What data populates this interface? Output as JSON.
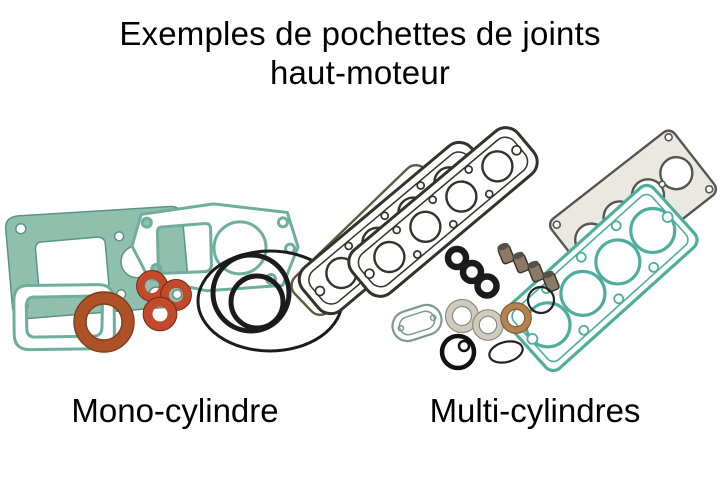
{
  "title": {
    "line1": "Exemples de pochettes de joints",
    "line2": "haut-moteur"
  },
  "captions": {
    "mono": "Mono-cylindre",
    "multi": "Multi-cylindres"
  },
  "colors": {
    "background": "#ffffff",
    "text": "#000000",
    "teal_plate": "#8fc0ae",
    "teal_plate_edge": "#5d9181",
    "teal_line": "#6fae9c",
    "teal_bright": "#4fae9b",
    "olive_line": "#5a5a40",
    "outline_dark": "#33322c",
    "ring_black": "#1b1b1b",
    "copper_orange": "#ad5126",
    "gasket_red": "#c14a2b",
    "metal_gray": "#e9e8e3",
    "metal_edge": "#56554e",
    "seal_brown": "#8a7a66",
    "ring_gray": "#cfcabf",
    "ring_tan": "#b3824e"
  }
}
